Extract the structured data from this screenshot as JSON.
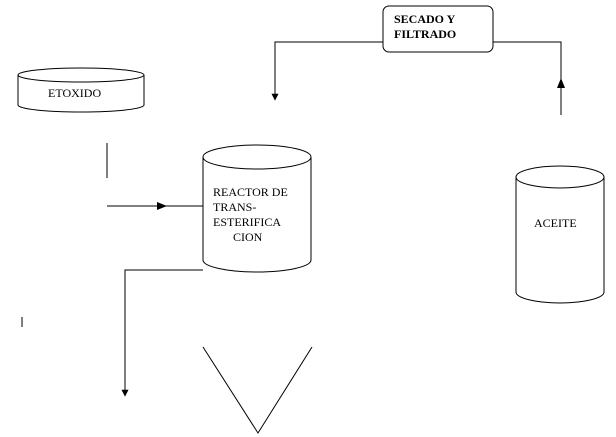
{
  "diagram": {
    "nodes": {
      "etoxido": {
        "label": "ETOXIDO",
        "shape": "cylinder"
      },
      "reactor": {
        "label_lines": [
          "REACTOR DE",
          "TRANS-",
          "ESTERIFICA",
          "CION"
        ],
        "shape": "cylinder"
      },
      "aceite": {
        "label": "ACEITE",
        "shape": "cylinder"
      },
      "secado": {
        "label_lines": [
          "SECADO Y",
          "FILTRADO"
        ],
        "shape": "rounded-box"
      },
      "decantador": {
        "label": "",
        "shape": "cone"
      }
    },
    "edges": [
      {
        "from": "etoxido",
        "to": "reactor"
      },
      {
        "from": "aceite",
        "to": "secado"
      },
      {
        "from": "secado",
        "to": "reactor"
      },
      {
        "from": "reactor",
        "to": "outlet"
      }
    ],
    "colors": {
      "stroke": "#000000",
      "fill": "#ffffff"
    }
  }
}
